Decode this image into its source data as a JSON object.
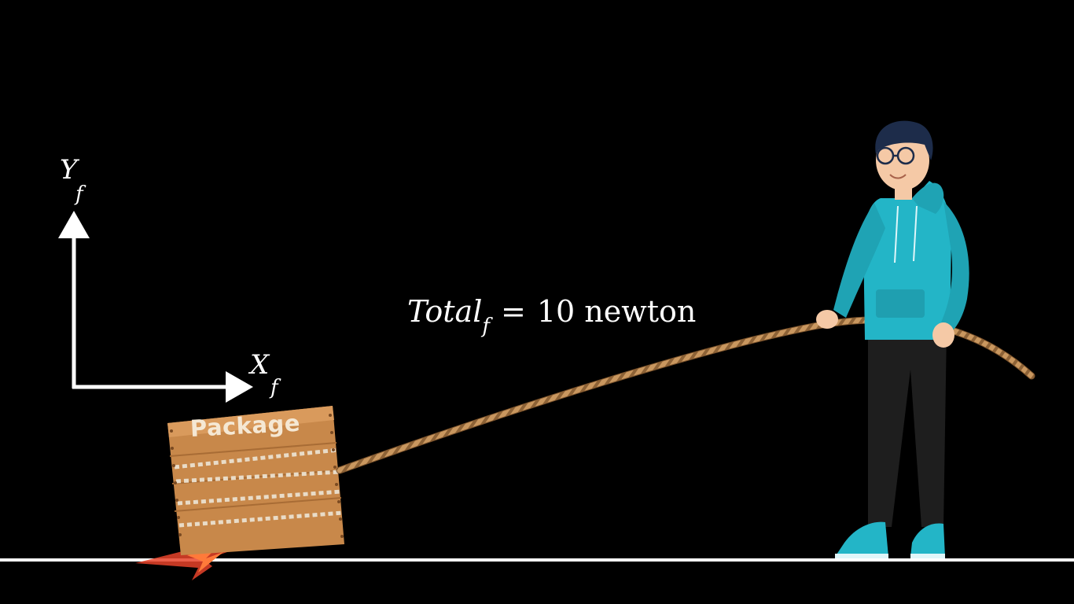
{
  "axes": {
    "y_main": "Y",
    "y_sub": "f",
    "x_main": "X",
    "x_sub": "f"
  },
  "equation": {
    "lhs_main": "Total",
    "lhs_sub": "f",
    "operator": "=",
    "value": "10",
    "unit": "newton"
  },
  "package": {
    "label": "Package"
  },
  "colors": {
    "background": "#000000",
    "ground": "#ffffff",
    "box": "#c8884a",
    "rope": "#c9975f",
    "hoodie": "#23b5c7",
    "pants": "#1e1e1e",
    "spark": "#e8432a"
  }
}
